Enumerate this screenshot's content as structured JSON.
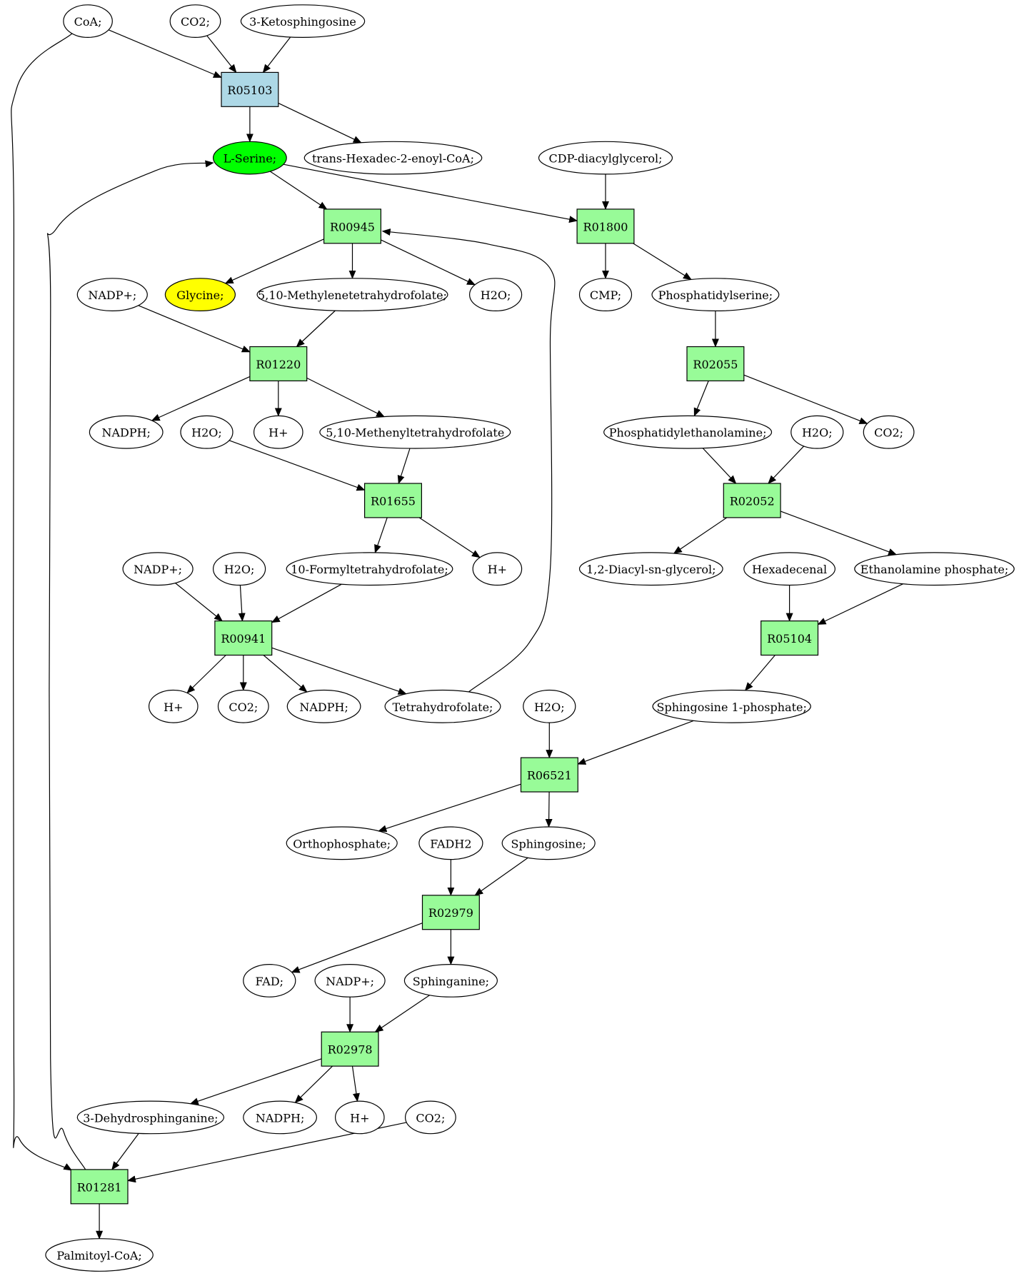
{
  "colors": {
    "reaction_default": "#98fb98",
    "reaction_highlight": "#add8e6",
    "compound_default": "#ffffff",
    "compound_focus": "#00ff00",
    "compound_highlight": "#ffff00",
    "stroke": "#000000"
  },
  "nodes": [
    {
      "id": "coa_1",
      "kind": "compound",
      "label": "CoA;"
    },
    {
      "id": "co2_1",
      "kind": "compound",
      "label": "CO2;"
    },
    {
      "id": "ketosph",
      "kind": "compound",
      "label": "3-Ketosphingosine"
    },
    {
      "id": "R05103",
      "kind": "reaction",
      "label": "R05103",
      "style": "highlight"
    },
    {
      "id": "lserine",
      "kind": "compound",
      "label": "L-Serine;",
      "style": "focus"
    },
    {
      "id": "transhex",
      "kind": "compound",
      "label": "trans-Hexadec-2-enoyl-CoA;"
    },
    {
      "id": "cdpdag",
      "kind": "compound",
      "label": "CDP-diacylglycerol;"
    },
    {
      "id": "R00945",
      "kind": "reaction",
      "label": "R00945"
    },
    {
      "id": "R01800",
      "kind": "reaction",
      "label": "R01800"
    },
    {
      "id": "nadp_1",
      "kind": "compound",
      "label": "NADP+;"
    },
    {
      "id": "glycine",
      "kind": "compound",
      "label": "Glycine;",
      "style": "highlight"
    },
    {
      "id": "methylene",
      "kind": "compound",
      "label": "5,10-Methylenetetrahydrofolate;"
    },
    {
      "id": "h2o_1",
      "kind": "compound",
      "label": "H2O;"
    },
    {
      "id": "cmp",
      "kind": "compound",
      "label": "CMP;"
    },
    {
      "id": "pser",
      "kind": "compound",
      "label": "Phosphatidylserine;"
    },
    {
      "id": "R01220",
      "kind": "reaction",
      "label": "R01220"
    },
    {
      "id": "R02055",
      "kind": "reaction",
      "label": "R02055"
    },
    {
      "id": "nadph_1",
      "kind": "compound",
      "label": "NADPH;"
    },
    {
      "id": "h2o_2",
      "kind": "compound",
      "label": "H2O;"
    },
    {
      "id": "hplus_1",
      "kind": "compound",
      "label": "H+"
    },
    {
      "id": "methenyl",
      "kind": "compound",
      "label": "5,10-Methenyltetrahydrofolate"
    },
    {
      "id": "pe",
      "kind": "compound",
      "label": "Phosphatidylethanolamine;"
    },
    {
      "id": "h2o_3",
      "kind": "compound",
      "label": "H2O;"
    },
    {
      "id": "co2_2",
      "kind": "compound",
      "label": "CO2;"
    },
    {
      "id": "R01655",
      "kind": "reaction",
      "label": "R01655"
    },
    {
      "id": "R02052",
      "kind": "reaction",
      "label": "R02052"
    },
    {
      "id": "nadp_2",
      "kind": "compound",
      "label": "NADP+;"
    },
    {
      "id": "h2o_4",
      "kind": "compound",
      "label": "H2O;"
    },
    {
      "id": "formyl",
      "kind": "compound",
      "label": "10-Formyltetrahydrofolate;"
    },
    {
      "id": "hplus_2",
      "kind": "compound",
      "label": "H+"
    },
    {
      "id": "diacyl",
      "kind": "compound",
      "label": "1,2-Diacyl-sn-glycerol;"
    },
    {
      "id": "hexadecenal",
      "kind": "compound",
      "label": "Hexadecenal"
    },
    {
      "id": "ethp",
      "kind": "compound",
      "label": "Ethanolamine phosphate;"
    },
    {
      "id": "R00941",
      "kind": "reaction",
      "label": "R00941"
    },
    {
      "id": "R05104",
      "kind": "reaction",
      "label": "R05104"
    },
    {
      "id": "hplus_3",
      "kind": "compound",
      "label": "H+"
    },
    {
      "id": "co2_3",
      "kind": "compound",
      "label": "CO2;"
    },
    {
      "id": "nadph_2",
      "kind": "compound",
      "label": "NADPH;"
    },
    {
      "id": "thf",
      "kind": "compound",
      "label": "Tetrahydrofolate;"
    },
    {
      "id": "h2o_5",
      "kind": "compound",
      "label": "H2O;"
    },
    {
      "id": "s1p",
      "kind": "compound",
      "label": "Sphingosine 1-phosphate;"
    },
    {
      "id": "R06521",
      "kind": "reaction",
      "label": "R06521"
    },
    {
      "id": "ortho",
      "kind": "compound",
      "label": "Orthophosphate;"
    },
    {
      "id": "fadh2",
      "kind": "compound",
      "label": "FADH2"
    },
    {
      "id": "sphingosine",
      "kind": "compound",
      "label": "Sphingosine;"
    },
    {
      "id": "R02979",
      "kind": "reaction",
      "label": "R02979"
    },
    {
      "id": "fad",
      "kind": "compound",
      "label": "FAD;"
    },
    {
      "id": "nadp_3",
      "kind": "compound",
      "label": "NADP+;"
    },
    {
      "id": "sphinganine",
      "kind": "compound",
      "label": "Sphinganine;"
    },
    {
      "id": "R02978",
      "kind": "reaction",
      "label": "R02978"
    },
    {
      "id": "dehydro",
      "kind": "compound",
      "label": "3-Dehydrosphinganine;"
    },
    {
      "id": "nadph_3",
      "kind": "compound",
      "label": "NADPH;"
    },
    {
      "id": "hplus_4",
      "kind": "compound",
      "label": "H+"
    },
    {
      "id": "co2_4",
      "kind": "compound",
      "label": "CO2;"
    },
    {
      "id": "R01281",
      "kind": "reaction",
      "label": "R01281"
    },
    {
      "id": "palmitoyl",
      "kind": "compound",
      "label": "Palmitoyl-CoA;"
    }
  ],
  "edges": [
    {
      "from": "coa_1",
      "to": "R05103"
    },
    {
      "from": "co2_1",
      "to": "R05103"
    },
    {
      "from": "ketosph",
      "to": "R05103"
    },
    {
      "from": "R05103",
      "to": "lserine"
    },
    {
      "from": "R05103",
      "to": "transhex"
    },
    {
      "from": "lserine",
      "to": "R00945"
    },
    {
      "from": "lserine",
      "to": "R01800"
    },
    {
      "from": "cdpdag",
      "to": "R01800"
    },
    {
      "from": "R00945",
      "to": "glycine"
    },
    {
      "from": "R00945",
      "to": "methylene"
    },
    {
      "from": "R00945",
      "to": "h2o_1"
    },
    {
      "from": "R01800",
      "to": "cmp"
    },
    {
      "from": "R01800",
      "to": "pser"
    },
    {
      "from": "nadp_1",
      "to": "R01220"
    },
    {
      "from": "methylene",
      "to": "R01220"
    },
    {
      "from": "pser",
      "to": "R02055"
    },
    {
      "from": "R01220",
      "to": "nadph_1"
    },
    {
      "from": "R01220",
      "to": "hplus_1"
    },
    {
      "from": "R01220",
      "to": "methenyl"
    },
    {
      "from": "R02055",
      "to": "pe"
    },
    {
      "from": "R02055",
      "to": "co2_2"
    },
    {
      "from": "h2o_2",
      "to": "R01655"
    },
    {
      "from": "methenyl",
      "to": "R01655"
    },
    {
      "from": "pe",
      "to": "R02052"
    },
    {
      "from": "h2o_3",
      "to": "R02052"
    },
    {
      "from": "R01655",
      "to": "formyl"
    },
    {
      "from": "R01655",
      "to": "hplus_2"
    },
    {
      "from": "R02052",
      "to": "diacyl"
    },
    {
      "from": "R02052",
      "to": "ethp"
    },
    {
      "from": "nadp_2",
      "to": "R00941"
    },
    {
      "from": "h2o_4",
      "to": "R00941"
    },
    {
      "from": "formyl",
      "to": "R00941"
    },
    {
      "from": "hexadecenal",
      "to": "R05104"
    },
    {
      "from": "ethp",
      "to": "R05104"
    },
    {
      "from": "R00941",
      "to": "hplus_3"
    },
    {
      "from": "R00941",
      "to": "co2_3"
    },
    {
      "from": "R00941",
      "to": "nadph_2"
    },
    {
      "from": "R00941",
      "to": "thf"
    },
    {
      "from": "thf",
      "to": "R00945",
      "curve": "loop-right"
    },
    {
      "from": "R05104",
      "to": "s1p"
    },
    {
      "from": "h2o_5",
      "to": "R06521"
    },
    {
      "from": "s1p",
      "to": "R06521"
    },
    {
      "from": "R06521",
      "to": "ortho"
    },
    {
      "from": "R06521",
      "to": "sphingosine"
    },
    {
      "from": "fadh2",
      "to": "R02979"
    },
    {
      "from": "sphingosine",
      "to": "R02979"
    },
    {
      "from": "R02979",
      "to": "fad"
    },
    {
      "from": "R02979",
      "to": "sphinganine"
    },
    {
      "from": "nadp_3",
      "to": "R02978"
    },
    {
      "from": "sphinganine",
      "to": "R02978"
    },
    {
      "from": "R02978",
      "to": "dehydro"
    },
    {
      "from": "R02978",
      "to": "nadph_3"
    },
    {
      "from": "R02978",
      "to": "hplus_4"
    },
    {
      "from": "dehydro",
      "to": "R01281"
    },
    {
      "from": "co2_4",
      "to": "R01281"
    },
    {
      "from": "coa_1",
      "to": "R01281",
      "curve": "long-left"
    },
    {
      "from": "R01281",
      "to": "lserine",
      "curve": "long-back"
    },
    {
      "from": "R01281",
      "to": "palmitoyl"
    }
  ]
}
